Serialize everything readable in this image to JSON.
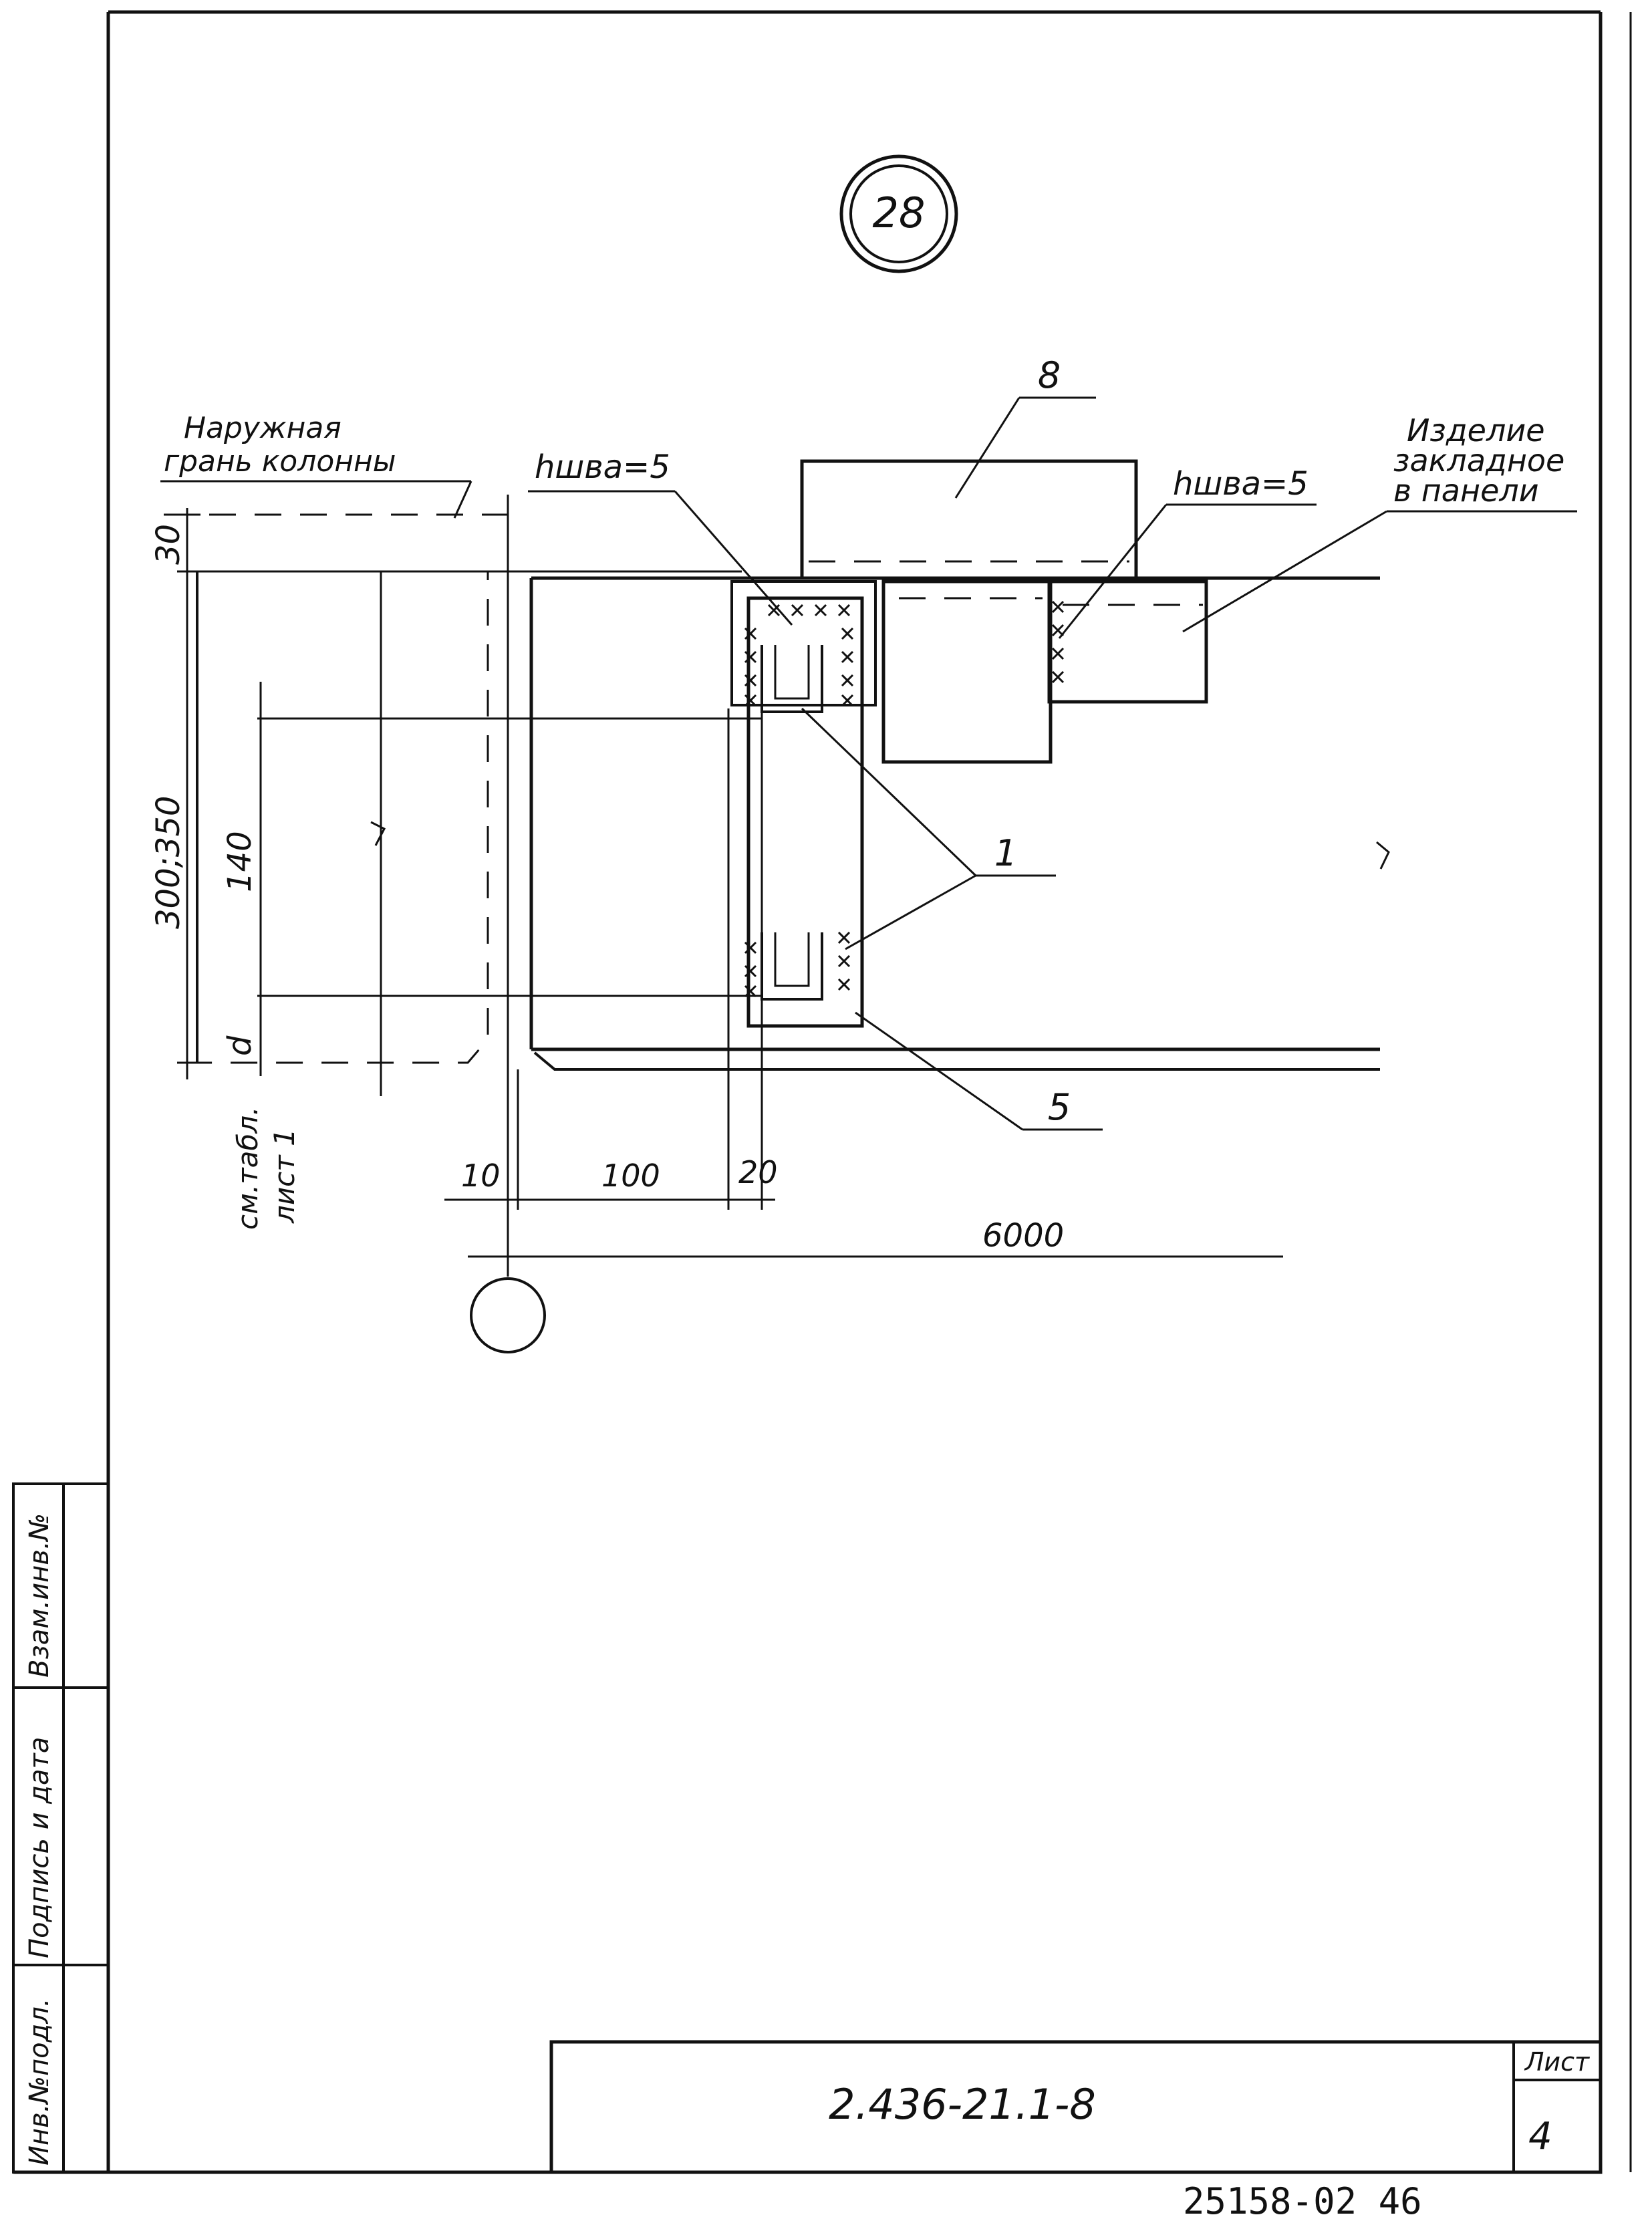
{
  "detail_number": "28",
  "labels": {
    "outer_face": [
      "Наружная",
      "грань колонны"
    ],
    "weld_left": "hшва=5",
    "weld_right": "hшва=5",
    "embedded_item": [
      "Изделие",
      "закладное",
      "в панели"
    ],
    "position_8": "8",
    "position_1": "1",
    "position_5": "5"
  },
  "dimensions": {
    "top": "30",
    "height_range": "300;350",
    "inner": "140",
    "bottom": "d",
    "see_table": [
      "см.табл.",
      "лист 1"
    ],
    "offset_10": "10",
    "offset_100": "100",
    "offset_20": "20",
    "span": "6000"
  },
  "stamp_side": {
    "col1": "Инв.№подл.",
    "col2": "Подпись и дата",
    "col3": "Взам.инв.№"
  },
  "title_block": {
    "code": "2.436-21.1-8",
    "sheet_label": "Лист",
    "sheet_number": "4"
  },
  "footer_code": "25158-02  46"
}
